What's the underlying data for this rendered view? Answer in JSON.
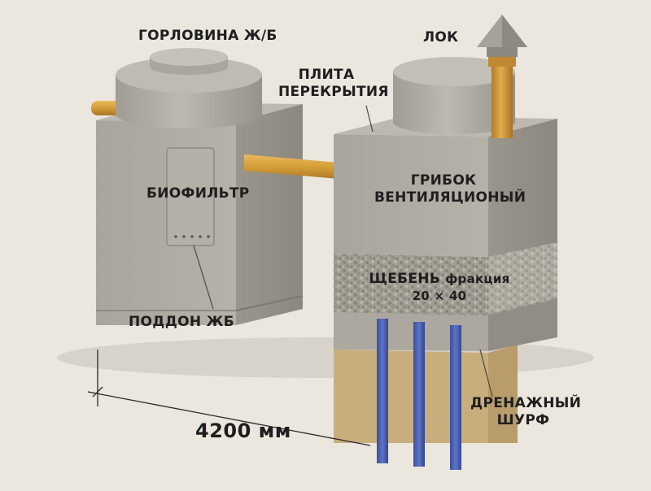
{
  "labels": {
    "neck": "ГОРЛОВИНА Ж/Б",
    "lid": "ЛОК",
    "slab_line1": "ПЛИТА",
    "slab_line2": "ПЕРЕКРЫТИЯ",
    "biofilter": "БИОФИЛЬТР",
    "vent_line1": "ГРИБОК",
    "vent_line2": "ВЕНТИЛЯЦИОНЫЙ",
    "gravel_main": "ЩЕБЕНЬ",
    "gravel_suffix": "фракция",
    "gravel_size": "20 × 40",
    "tray": "ПОДДОН ЖБ",
    "drain_line1": "ДРЕНАЖНЫЙ",
    "drain_line2": "ШУРФ",
    "dimension": "4200 мм"
  },
  "colors": {
    "background": "#ebe7df",
    "concrete": "#a8a49b",
    "pipe": "#d7a13e",
    "drain_pipes": "#4f64b6",
    "sand": "#c9ae7d",
    "gravel": "#9c978d",
    "text": "#1e1e1e"
  }
}
